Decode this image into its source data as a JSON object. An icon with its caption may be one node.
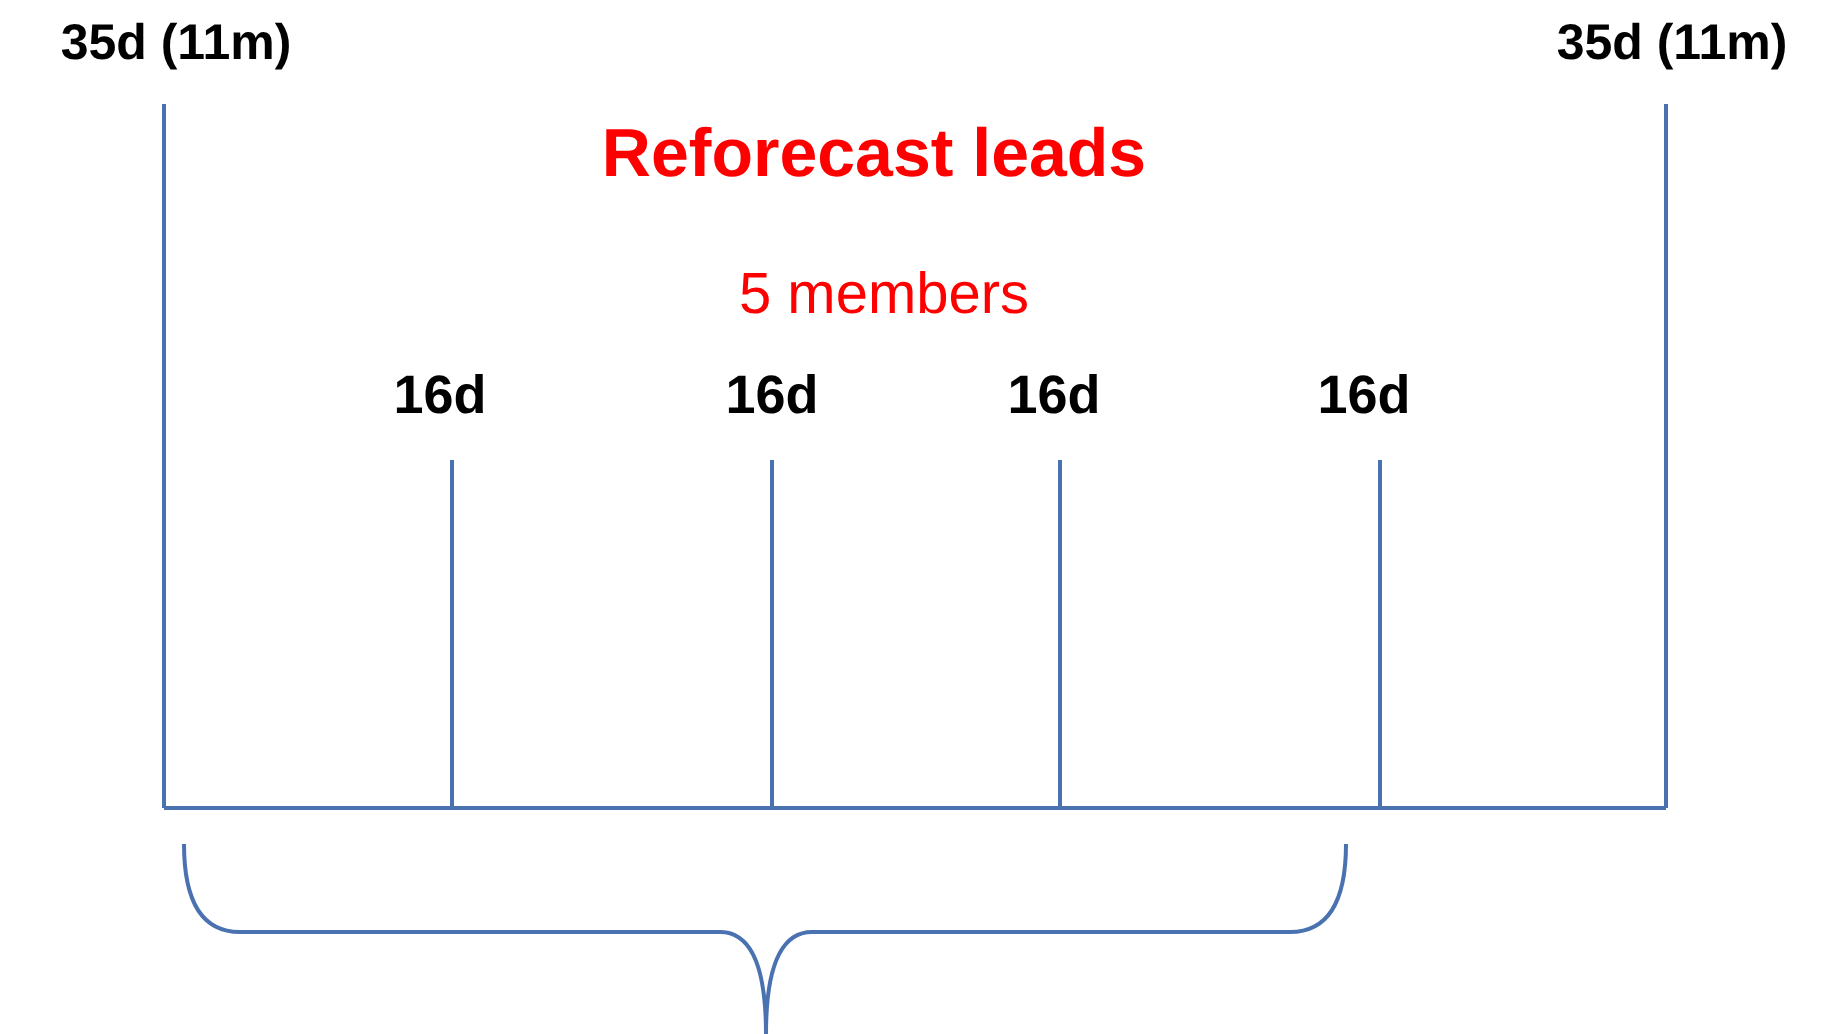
{
  "diagram": {
    "title": "Reforecast leads",
    "labels": [
      "35d (11m)",
      "35d (11m)",
      "5 members",
      "16d",
      "16d",
      "16d",
      "16d"
    ]
  }
}
